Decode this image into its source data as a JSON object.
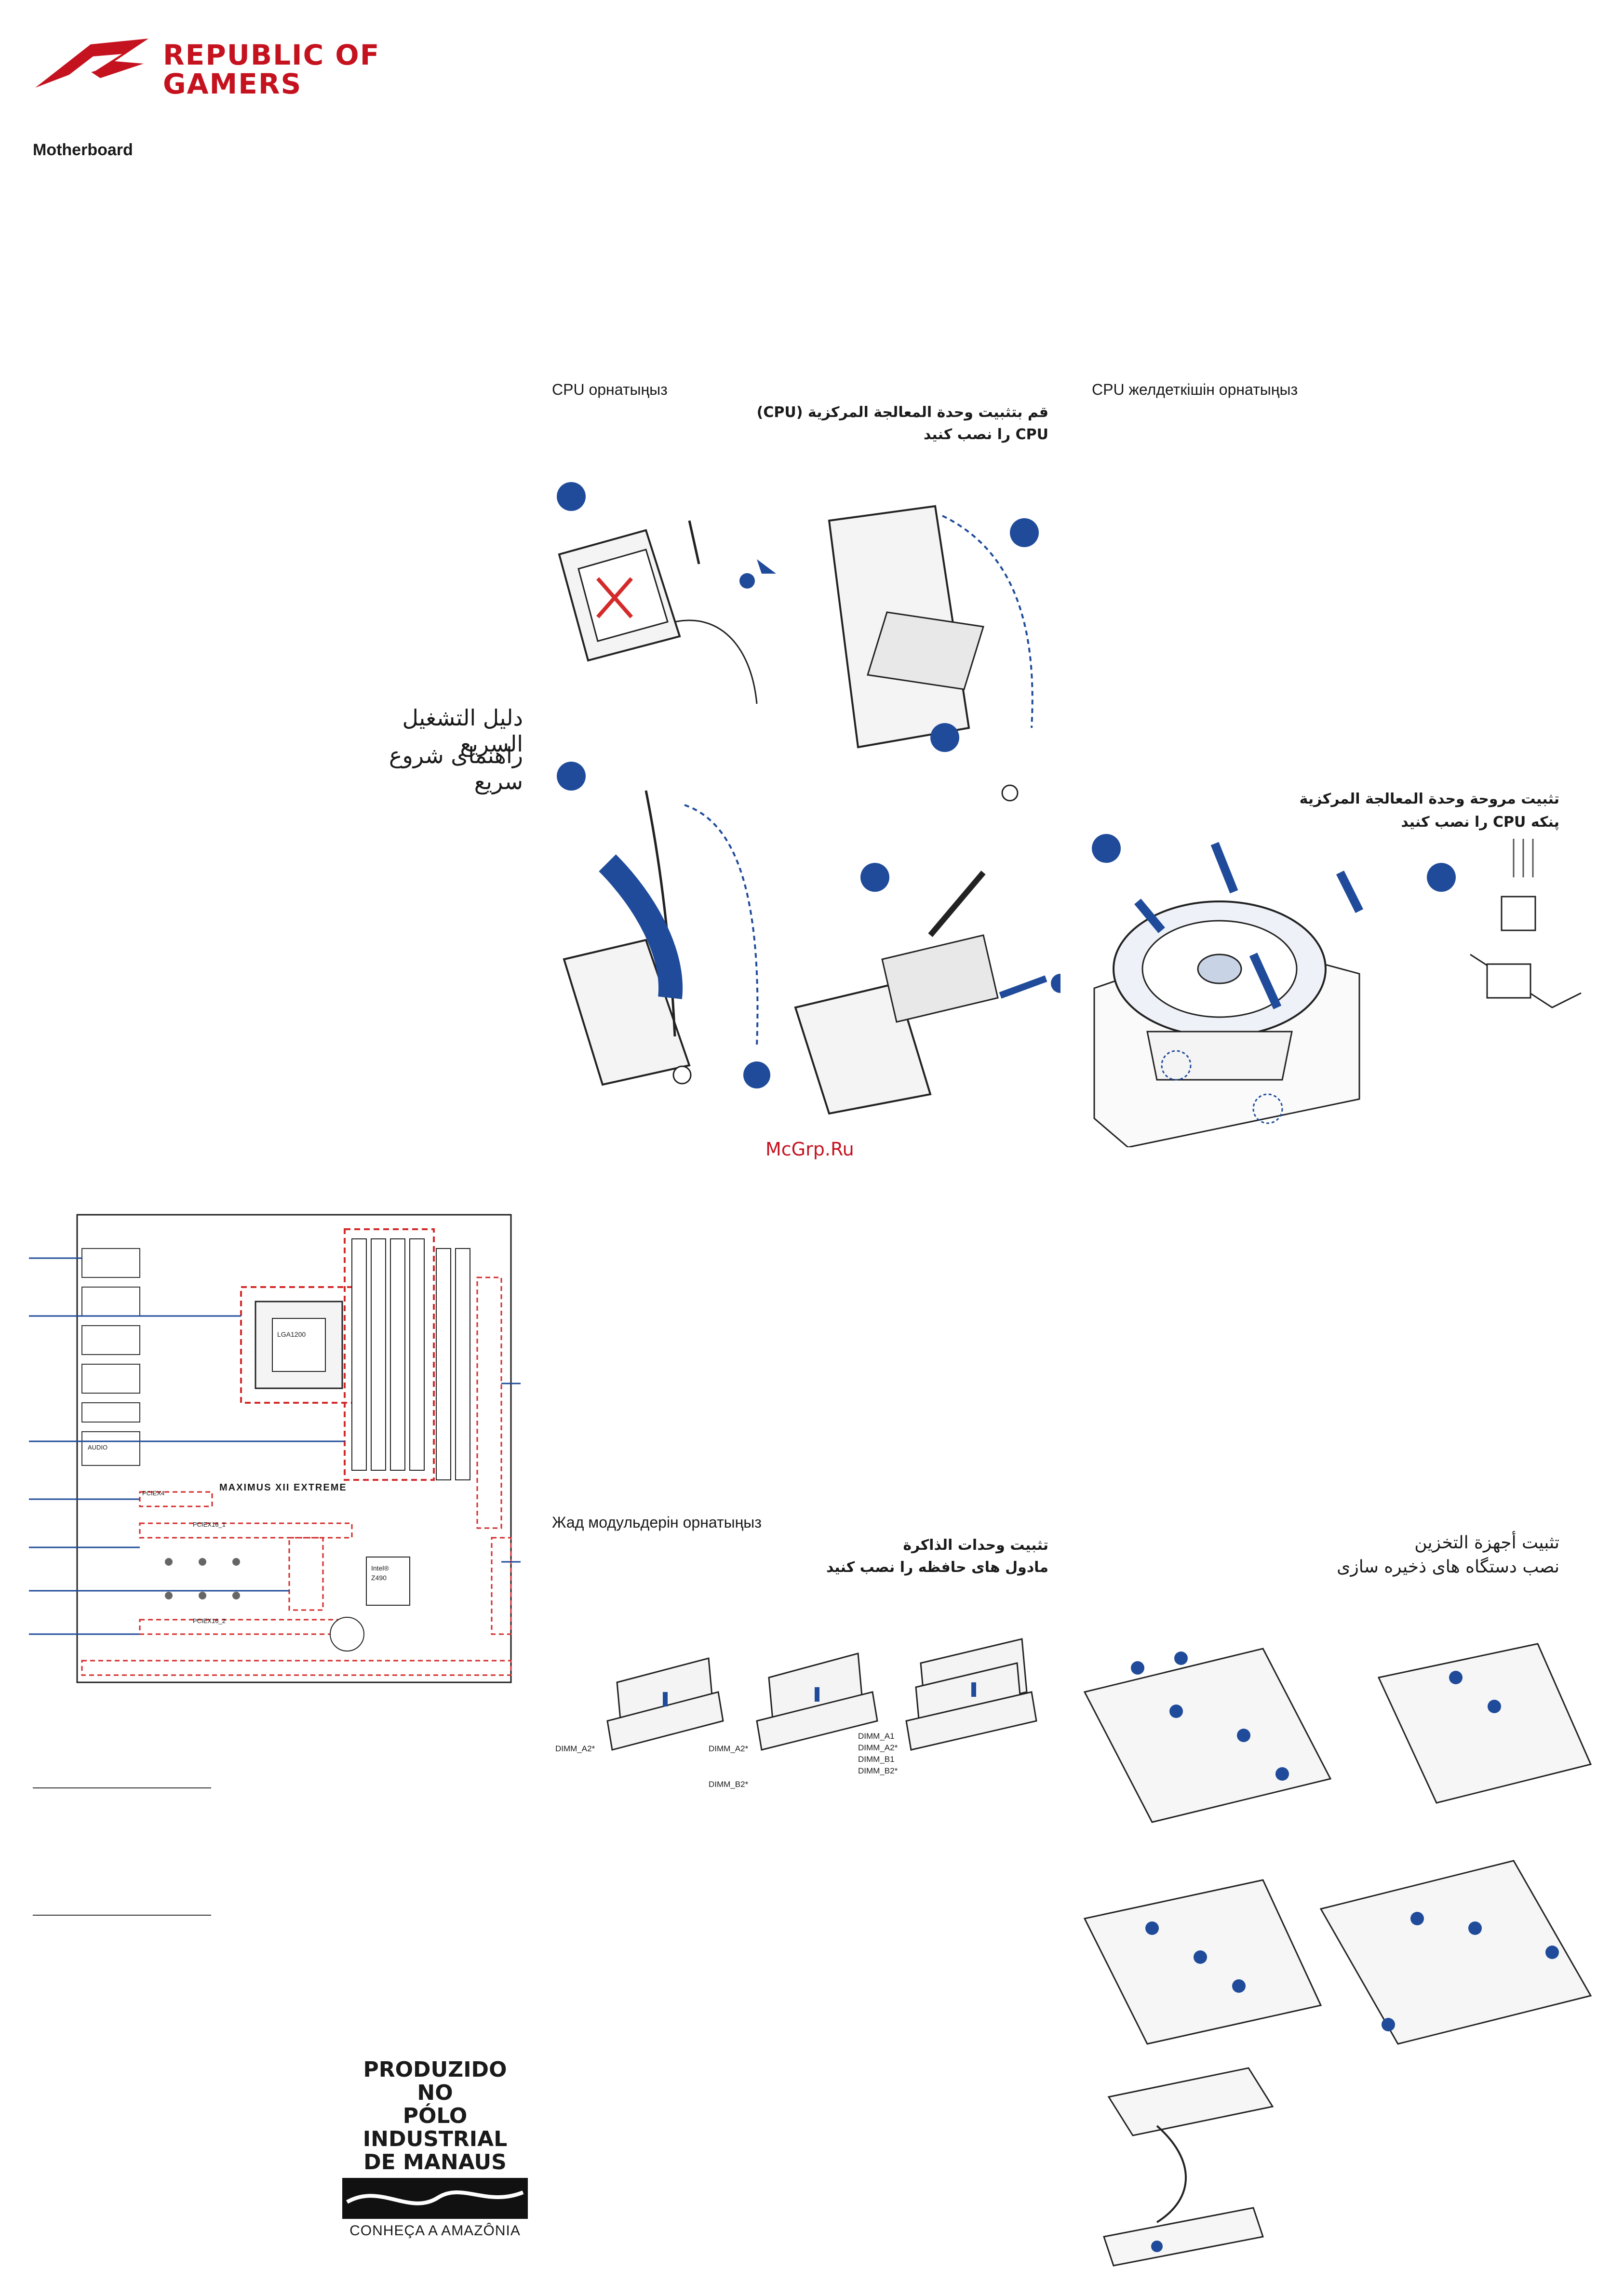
{
  "brand": {
    "name_line1": "REPUBLIC OF",
    "name_line2": "GAMERS",
    "logo_icon": "rog-eye-logo-icon",
    "color": "#c5121f"
  },
  "doc": {
    "label": "Motherboard"
  },
  "titles": {
    "arabic": "دليل التشغيل السريع",
    "persian": "راهنمای شروع سریع"
  },
  "cpu_section": {
    "heading_kk": "CPU орнатыңыз",
    "heading_ar": "قم بتثبيت وحدة المعالجة المركزية (CPU)",
    "heading_fa": "CPU را نصب کنید"
  },
  "cooler_section": {
    "heading_kk": "CPU желдеткішін орнатыңыз",
    "heading_ar": "تثبيت مروحة وحدة المعالجة المركزية",
    "heading_fa": "پنکه CPU را نصب کنید"
  },
  "memory_section": {
    "heading_kk": "Жад модульдерін орнатыңыз",
    "heading_ar": "تثبيت وحدات الذاكرة",
    "heading_fa": "مادول های حافظه را نصب کنید",
    "labels_a": [
      "DIMM_A2*"
    ],
    "labels_b": [
      "DIMM_A2*",
      "DIMM_B2*"
    ],
    "labels_c": [
      "DIMM_A1",
      "DIMM_A2*",
      "DIMM_B1",
      "DIMM_B2*"
    ]
  },
  "storage_section": {
    "heading_ar": "تثبيت أجهزة التخزين",
    "heading_fa": "نصب دستگاه های ذخیره سازی"
  },
  "board": {
    "model": "MAXIMUS XII EXTREME",
    "socket": "LGA1200",
    "chipset_brand": "Intel®",
    "chipset": "Z490",
    "slots": [
      "PCIEX4",
      "PCIEX16_1",
      "PCIEX16_2"
    ],
    "ports": [
      "AUDIO"
    ]
  },
  "watermark": "McGrp.Ru",
  "badge": {
    "line1": "PRODUZIDO NO",
    "line2": "PÓLO INDUSTRIAL",
    "line3": "DE MANAUS",
    "tagline": "CONHEÇA A AMAZÔNIA"
  },
  "colors": {
    "accent_blue": "#1f4b9a",
    "dashed_red": "#d42a2a"
  }
}
